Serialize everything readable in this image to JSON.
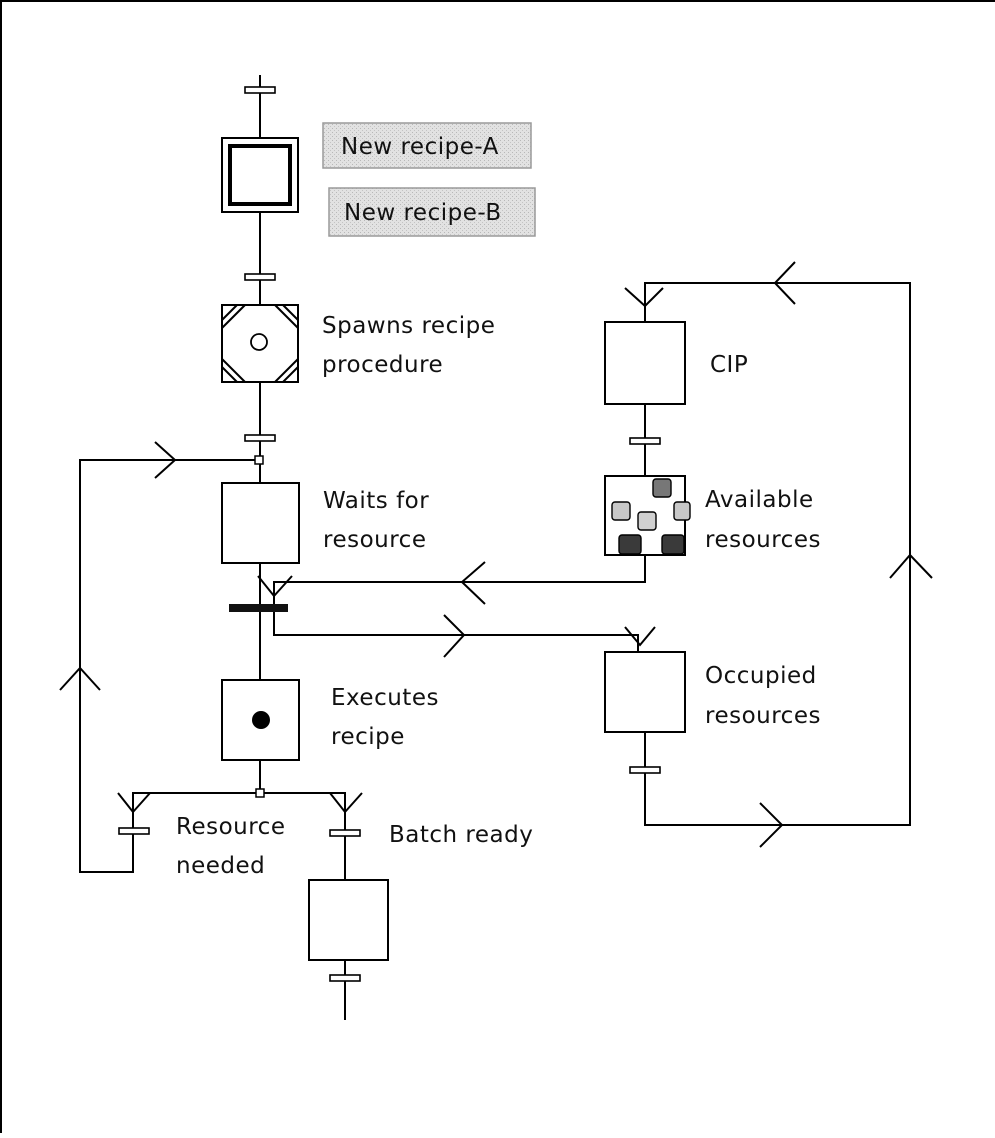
{
  "buttons": {
    "recipe_a": "New recipe-A",
    "recipe_b": "New recipe-B"
  },
  "labels": {
    "spawns_1": "Spawns recipe",
    "spawns_2": "procedure",
    "waits_1": "Waits for",
    "waits_2": "resource",
    "executes_1": "Executes",
    "executes_2": "recipe",
    "resource_needed_1": "Resource",
    "resource_needed_2": "needed",
    "batch_ready": "Batch ready",
    "cip": "CIP",
    "available_1": "Available",
    "available_2": "resources",
    "occupied_1": "Occupied",
    "occupied_2": "resources"
  },
  "colors": {
    "button_fill": "#dcdcdc",
    "line": "#000000",
    "resource_light": "#c8c8c8",
    "resource_dark": "#3a3a3a"
  }
}
